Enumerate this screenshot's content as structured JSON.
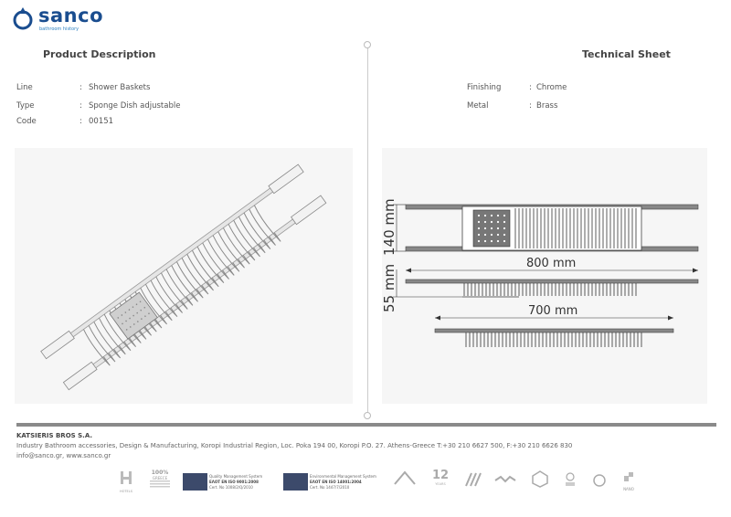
{
  "brand": {
    "name": "sanco",
    "tagline": "bathroom history"
  },
  "left": {
    "title": "Product Description",
    "rows": [
      {
        "label": "Line",
        "value": "Shower Baskets"
      },
      {
        "label": "Type",
        "value": "Sponge Dish adjustable"
      },
      {
        "label": "Code",
        "value": "00151"
      }
    ]
  },
  "right": {
    "title": "Technical Sheet",
    "rows": [
      {
        "label": "Finishing",
        "value": "Chrome"
      },
      {
        "label": "Metal",
        "value": "Brass"
      }
    ]
  },
  "separator": ":",
  "drawing": {
    "height_label": "140 mm",
    "length_label": "800 mm",
    "depth_label": "55 mm",
    "inner_length_label": "700 mm"
  },
  "footer": {
    "company": "KATSIERIS BROS S.A.",
    "address": "Industry Bathroom accessories, Design & Manufacturing, Koropi Industrial Region, Loc. Poka 194 00, Koropi P.O. 27. Athens-Greece   T:+30 210 6627 500, F:+30 210 6626 830",
    "contact": "info@sanco.gr, www.sanco.gr",
    "certs": [
      {
        "title": "Quality Management System",
        "standard": "ΕΛΟΤ EN ISO 9001:2008",
        "cert": "Cert. No 1008/2/Q/2010"
      },
      {
        "title": "Environmental Management System",
        "standard": "ΕΛΟΤ EN ISO 14001:2004",
        "cert": "Cert. No 1447/7/2010"
      }
    ],
    "badges": {
      "hotels": "HOTELS",
      "greece_pct": "100%",
      "greece": "GREECE",
      "years_num": "12",
      "years": "YEARS",
      "nano": "NANO"
    }
  },
  "colors": {
    "brand": "#1a4d8f",
    "footer_bar": "#8a8a8a"
  }
}
